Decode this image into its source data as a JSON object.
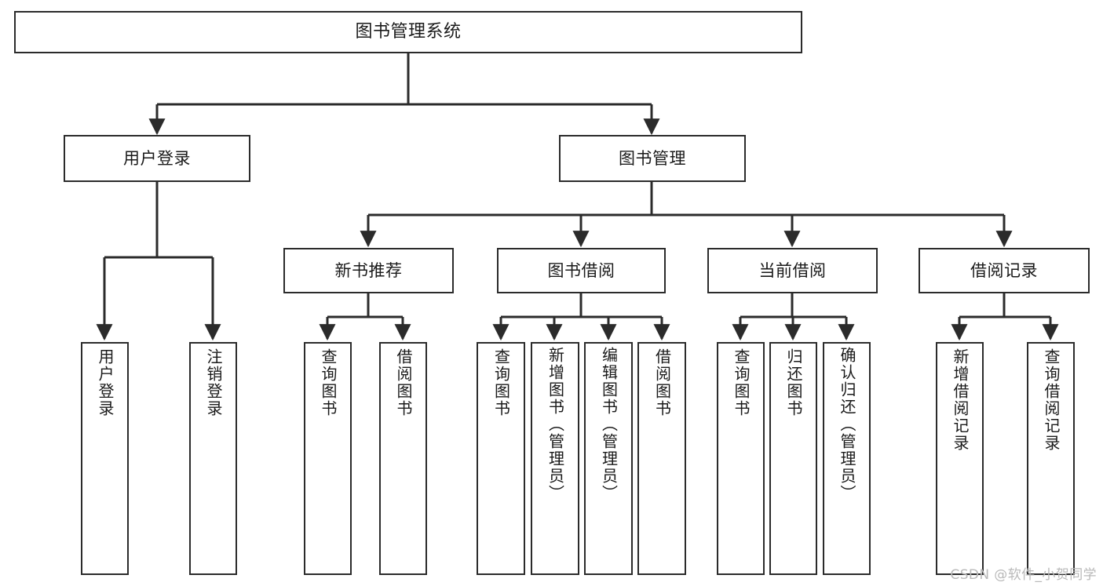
{
  "diagram": {
    "title": "图书管理系统",
    "type": "hierarchy-tree",
    "watermark": "CSDN @软件_小贺同学",
    "colors": {
      "stroke": "#2b2b2b",
      "fill": "#ffffff",
      "text": "#1a1a1a",
      "watermark": "#b9b9b9"
    },
    "nodes": {
      "root": {
        "label": "图书管理系统"
      },
      "level1": [
        {
          "id": "user-login",
          "label": "用户登录"
        },
        {
          "id": "book-manage",
          "label": "图书管理"
        }
      ],
      "level2": [
        {
          "id": "new-book-rec",
          "label": "新书推荐"
        },
        {
          "id": "book-borrow",
          "label": "图书借阅"
        },
        {
          "id": "current-borrow",
          "label": "当前借阅"
        },
        {
          "id": "borrow-record",
          "label": "借阅记录"
        }
      ],
      "leaves": {
        "user-login": [
          {
            "id": "leaf-user-login",
            "label": "用户登录"
          },
          {
            "id": "leaf-logout-login",
            "label": "注销登录"
          }
        ],
        "new-book-rec": [
          {
            "id": "leaf-query-book-1",
            "label": "查询图书"
          },
          {
            "id": "leaf-borrow-book-1",
            "label": "借阅图书"
          }
        ],
        "book-borrow": [
          {
            "id": "leaf-query-book-2",
            "label": "查询图书"
          },
          {
            "id": "leaf-add-book",
            "label": "新增图书（管理员）"
          },
          {
            "id": "leaf-edit-book",
            "label": "编辑图书（管理员）"
          },
          {
            "id": "leaf-borrow-book-2",
            "label": "借阅图书"
          }
        ],
        "current-borrow": [
          {
            "id": "leaf-query-book-3",
            "label": "查询图书"
          },
          {
            "id": "leaf-return-book",
            "label": "归还图书"
          },
          {
            "id": "leaf-confirm-return",
            "label": "确认归还（管理员）"
          }
        ],
        "borrow-record": [
          {
            "id": "leaf-add-record",
            "label": "新增借阅记录"
          },
          {
            "id": "leaf-query-record",
            "label": "查询借阅记录"
          }
        ]
      }
    }
  }
}
